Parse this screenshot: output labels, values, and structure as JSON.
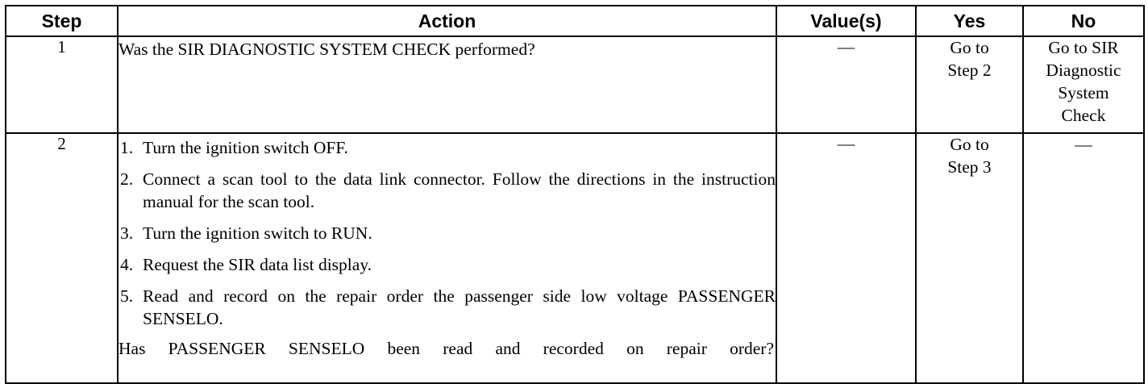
{
  "table": {
    "headers": {
      "step": "Step",
      "action": "Action",
      "values": "Value(s)",
      "yes": "Yes",
      "no": "No"
    },
    "rows": [
      {
        "step": "1",
        "action_text": "Was the SIR DIAGNOSTIC SYSTEM CHECK performed?",
        "value": "—",
        "yes_lines": [
          "Go to",
          "Step 2"
        ],
        "no_lines": [
          "Go to SIR",
          "Diagnostic",
          "System",
          "Check"
        ]
      },
      {
        "step": "2",
        "steps": [
          {
            "num": "1.",
            "text": "Turn the ignition switch OFF."
          },
          {
            "num": "2.",
            "text": "Connect a scan tool to the data link connector. Follow the directions in the instruction manual for the scan tool."
          },
          {
            "num": "3.",
            "text": "Turn the ignition switch to RUN."
          },
          {
            "num": "4.",
            "text": "Request the SIR data list display."
          },
          {
            "num": "5.",
            "text": "Read and record on the repair order the passenger side low voltage PASSENGER SENSELO."
          }
        ],
        "closing_question": "Has PASSENGER SENSELO been read and recorded on repair order?",
        "value": "—",
        "yes_lines": [
          "Go to",
          "Step 3"
        ],
        "no_lines": [
          "—"
        ]
      }
    ]
  }
}
